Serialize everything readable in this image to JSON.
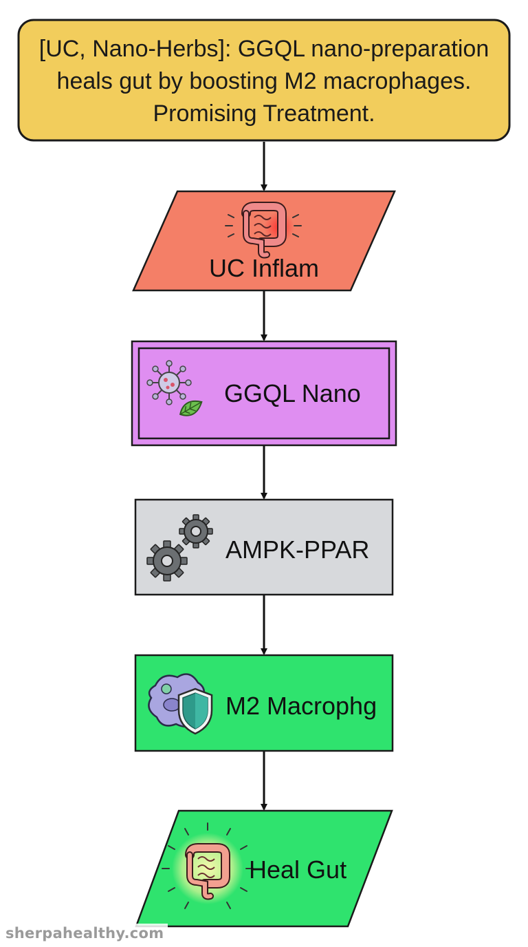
{
  "title": "[UC, Nano-Herbs]: GGQL nano-preparation heals gut by boosting M2 macrophages. Promising Treatment.",
  "colors": {
    "title_bg": "#f2cd5c",
    "inflam_bg": "#f47f67",
    "nano_bg": "#df8ef1",
    "pathway_bg": "#d7d9dc",
    "m2_bg": "#2fe36e",
    "heal_bg": "#2fe36e"
  },
  "nodes": {
    "inflam": {
      "label": "UC Inflam",
      "icon": "inflamed-intestine-icon"
    },
    "nano": {
      "label": "GGQL Nano",
      "icon": "nanoparticle-leaf-icon"
    },
    "pathway": {
      "label": "AMPK-PPAR",
      "icon": "gears-icon"
    },
    "m2": {
      "label": "M2 Macrophg",
      "icon": "macrophage-shield-icon"
    },
    "heal": {
      "label": "Heal Gut",
      "icon": "healthy-intestine-icon"
    }
  },
  "watermark": "sherpahealthy.com"
}
